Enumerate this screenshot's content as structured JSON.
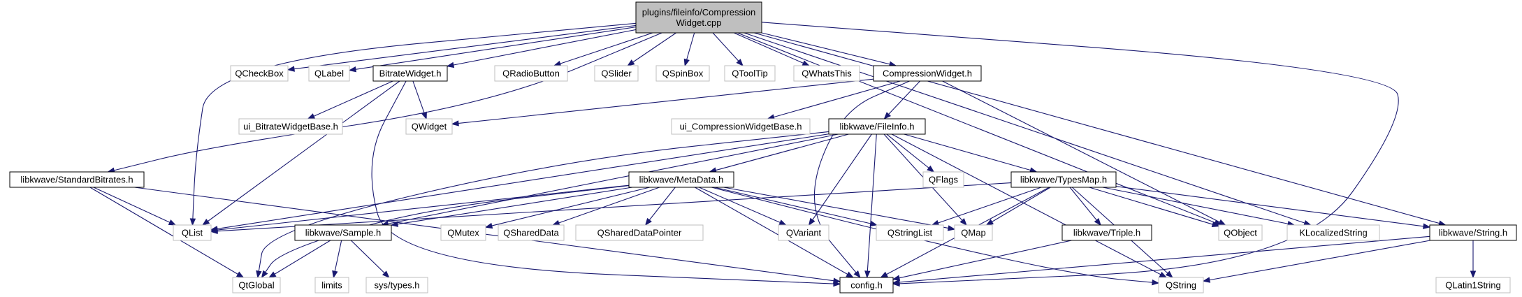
{
  "diagram": {
    "type": "include-dependency-graph",
    "colors": {
      "edge": "#191970",
      "main_fill": "#bfbfbf",
      "main_stroke": "#000000",
      "local_stroke": "#000000",
      "external_stroke": "#bfbfbf",
      "external_text": "#000000"
    }
  },
  "nodes": [
    {
      "id": "main",
      "lines": [
        "plugins/fileinfo/Compression",
        "Widget.cpp"
      ],
      "kind": "main"
    },
    {
      "id": "qcheckbox",
      "lines": [
        "QCheckBox"
      ],
      "kind": "external"
    },
    {
      "id": "qlabel",
      "lines": [
        "QLabel"
      ],
      "kind": "external"
    },
    {
      "id": "bitratewidget",
      "lines": [
        "BitrateWidget.h"
      ],
      "kind": "local"
    },
    {
      "id": "qradiobutton",
      "lines": [
        "QRadioButton"
      ],
      "kind": "external"
    },
    {
      "id": "qslider",
      "lines": [
        "QSlider"
      ],
      "kind": "external"
    },
    {
      "id": "qspinbox",
      "lines": [
        "QSpinBox"
      ],
      "kind": "external"
    },
    {
      "id": "qtooltip",
      "lines": [
        "QToolTip"
      ],
      "kind": "external"
    },
    {
      "id": "qwhatsthis",
      "lines": [
        "QWhatsThis"
      ],
      "kind": "external"
    },
    {
      "id": "compressionwidget",
      "lines": [
        "CompressionWidget.h"
      ],
      "kind": "local"
    },
    {
      "id": "ui_bitrate",
      "lines": [
        "ui_BitrateWidgetBase.h"
      ],
      "kind": "external"
    },
    {
      "id": "qwidget",
      "lines": [
        "QWidget"
      ],
      "kind": "external"
    },
    {
      "id": "ui_compression",
      "lines": [
        "ui_CompressionWidgetBase.h"
      ],
      "kind": "external"
    },
    {
      "id": "fileinfo",
      "lines": [
        "libkwave/FileInfo.h"
      ],
      "kind": "local"
    },
    {
      "id": "standardbitrates",
      "lines": [
        "libkwave/StandardBitrates.h"
      ],
      "kind": "local"
    },
    {
      "id": "qflags",
      "lines": [
        "QFlags"
      ],
      "kind": "external"
    },
    {
      "id": "metadata",
      "lines": [
        "libkwave/MetaData.h"
      ],
      "kind": "local"
    },
    {
      "id": "typesmap",
      "lines": [
        "libkwave/TypesMap.h"
      ],
      "kind": "local"
    },
    {
      "id": "qlist",
      "lines": [
        "QList"
      ],
      "kind": "external"
    },
    {
      "id": "sample",
      "lines": [
        "libkwave/Sample.h"
      ],
      "kind": "local"
    },
    {
      "id": "qmutex",
      "lines": [
        "QMutex"
      ],
      "kind": "external"
    },
    {
      "id": "qshareddata",
      "lines": [
        "QSharedData"
      ],
      "kind": "external"
    },
    {
      "id": "qshareddatapointer",
      "lines": [
        "QSharedDataPointer"
      ],
      "kind": "external"
    },
    {
      "id": "qvariant",
      "lines": [
        "QVariant"
      ],
      "kind": "external"
    },
    {
      "id": "qstringlist",
      "lines": [
        "QStringList"
      ],
      "kind": "external"
    },
    {
      "id": "qmap",
      "lines": [
        "QMap"
      ],
      "kind": "external"
    },
    {
      "id": "triple",
      "lines": [
        "libkwave/Triple.h"
      ],
      "kind": "local"
    },
    {
      "id": "qobject",
      "lines": [
        "QObject"
      ],
      "kind": "external"
    },
    {
      "id": "klocalizedstring",
      "lines": [
        "KLocalizedString"
      ],
      "kind": "external"
    },
    {
      "id": "string",
      "lines": [
        "libkwave/String.h"
      ],
      "kind": "local"
    },
    {
      "id": "qtglobal",
      "lines": [
        "QtGlobal"
      ],
      "kind": "external"
    },
    {
      "id": "limits",
      "lines": [
        "limits"
      ],
      "kind": "external"
    },
    {
      "id": "systypes",
      "lines": [
        "sys/types.h"
      ],
      "kind": "external"
    },
    {
      "id": "config",
      "lines": [
        "config.h"
      ],
      "kind": "local"
    },
    {
      "id": "qstring",
      "lines": [
        "QString"
      ],
      "kind": "external"
    },
    {
      "id": "qlatin1string",
      "lines": [
        "QLatin1String"
      ],
      "kind": "external"
    }
  ],
  "edges": [
    [
      "main",
      "qcheckbox"
    ],
    [
      "main",
      "qlabel"
    ],
    [
      "main",
      "bitratewidget"
    ],
    [
      "main",
      "qradiobutton"
    ],
    [
      "main",
      "qslider"
    ],
    [
      "main",
      "qspinbox"
    ],
    [
      "main",
      "qtooltip"
    ],
    [
      "main",
      "qwhatsthis"
    ],
    [
      "main",
      "compressionwidget"
    ],
    [
      "main",
      "qlist"
    ],
    [
      "main",
      "standardbitrates"
    ],
    [
      "main",
      "qobject"
    ],
    [
      "main",
      "klocalizedstring"
    ],
    [
      "main",
      "string"
    ],
    [
      "main",
      "config"
    ],
    [
      "bitratewidget",
      "ui_bitrate"
    ],
    [
      "bitratewidget",
      "qwidget"
    ],
    [
      "bitratewidget",
      "qlist"
    ],
    [
      "bitratewidget",
      "config"
    ],
    [
      "compressionwidget",
      "qwidget"
    ],
    [
      "compressionwidget",
      "ui_compression"
    ],
    [
      "compressionwidget",
      "fileinfo"
    ],
    [
      "compressionwidget",
      "config"
    ],
    [
      "compressionwidget",
      "qobject"
    ],
    [
      "fileinfo",
      "qlist"
    ],
    [
      "fileinfo",
      "metadata"
    ],
    [
      "fileinfo",
      "typesmap"
    ],
    [
      "fileinfo",
      "qflags"
    ],
    [
      "fileinfo",
      "qvariant"
    ],
    [
      "fileinfo",
      "qmap"
    ],
    [
      "fileinfo",
      "config"
    ],
    [
      "fileinfo",
      "qstring"
    ],
    [
      "fileinfo",
      "qtglobal"
    ],
    [
      "fileinfo",
      "sample"
    ],
    [
      "standardbitrates",
      "qlist"
    ],
    [
      "standardbitrates",
      "qtglobal"
    ],
    [
      "standardbitrates",
      "config"
    ],
    [
      "metadata",
      "qlist"
    ],
    [
      "metadata",
      "sample"
    ],
    [
      "metadata",
      "qmutex"
    ],
    [
      "metadata",
      "qshareddata"
    ],
    [
      "metadata",
      "qshareddatapointer"
    ],
    [
      "metadata",
      "qvariant"
    ],
    [
      "metadata",
      "qstringlist"
    ],
    [
      "metadata",
      "qmap"
    ],
    [
      "metadata",
      "config"
    ],
    [
      "metadata",
      "qstring"
    ],
    [
      "metadata",
      "qtglobal"
    ],
    [
      "typesmap",
      "qlist"
    ],
    [
      "typesmap",
      "qstringlist"
    ],
    [
      "typesmap",
      "qmap"
    ],
    [
      "typesmap",
      "triple"
    ],
    [
      "typesmap",
      "qobject"
    ],
    [
      "typesmap",
      "klocalizedstring"
    ],
    [
      "typesmap",
      "string"
    ],
    [
      "typesmap",
      "config"
    ],
    [
      "typesmap",
      "qstring"
    ],
    [
      "sample",
      "qtglobal"
    ],
    [
      "sample",
      "limits"
    ],
    [
      "sample",
      "systypes"
    ],
    [
      "triple",
      "config"
    ],
    [
      "string",
      "config"
    ],
    [
      "string",
      "qstring"
    ],
    [
      "string",
      "qlatin1string"
    ]
  ]
}
